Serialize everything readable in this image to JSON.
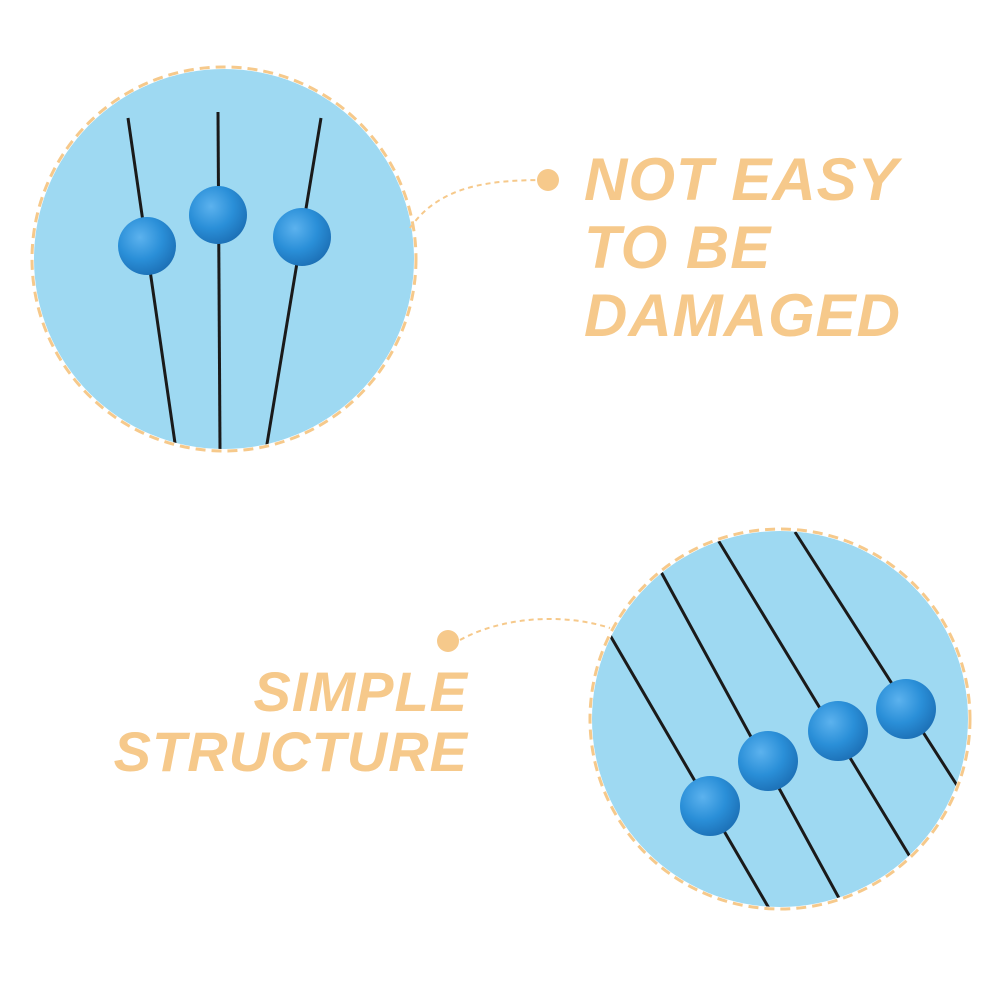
{
  "colors": {
    "circle_fill": "#9ed9f2",
    "circle_border": "#f6c98b",
    "bead": "#2a8fd8",
    "bead_highlight": "#5cb2ee",
    "bead_shadow": "#1c6fb5",
    "wire": "#1a1a1a",
    "caption": "#f6c98b",
    "connector": "#f6c98b"
  },
  "callouts": [
    {
      "caption_lines": [
        "NOT EASY",
        "TO BE",
        "DAMAGED"
      ]
    },
    {
      "caption_lines": [
        "SIMPLE",
        "STRUCTURE"
      ]
    }
  ],
  "icons": {
    "top_image": "three-bead-stems-photo",
    "bottom_image": "four-bead-stems-photo"
  }
}
